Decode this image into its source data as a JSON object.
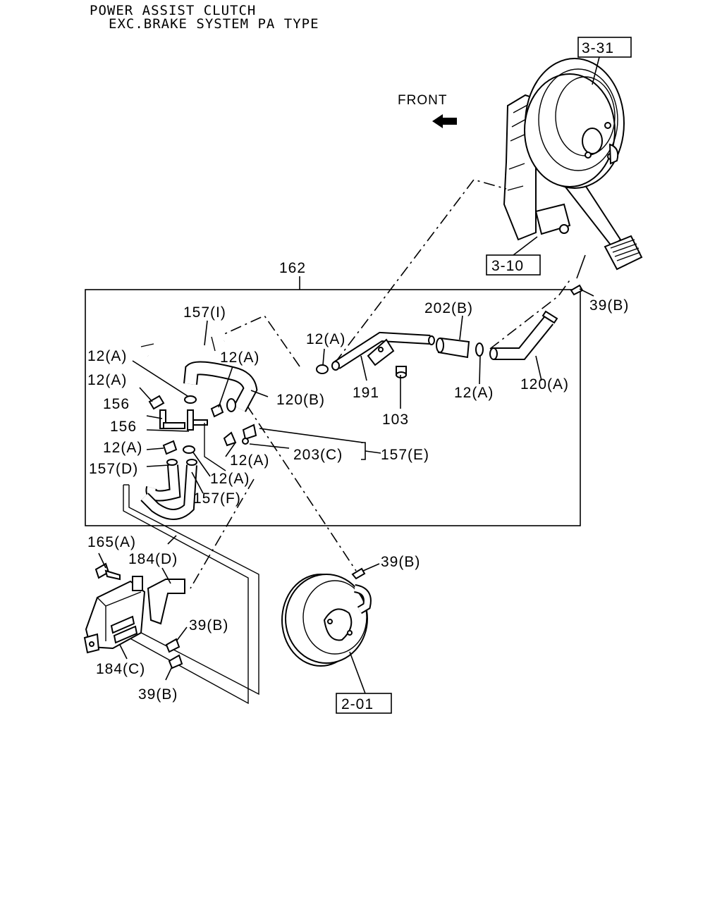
{
  "title": {
    "line1": "POWER ASSIST CLUTCH",
    "line2": "EXC.BRAKE SYSTEM PA TYPE"
  },
  "front_label": "FRONT",
  "refs": {
    "r331": "3-31",
    "r310": "3-10",
    "r201": "2-01"
  },
  "labels": {
    "l162": "162",
    "l157i": "157(I)",
    "l12a_1": "12(A)",
    "l12a_2": "12(A)",
    "l12a_3": "12(A)",
    "l12a_4": "12(A)",
    "l12a_5": "12(A)",
    "l12a_6": "12(A)",
    "l12a_7": "12(A)",
    "l12a_8": "12(A)",
    "l156_1": "156",
    "l156_2": "156",
    "l157d": "157(D)",
    "l157f": "157(F)",
    "l157e": "157(E)",
    "l120b": "120(B)",
    "l120a": "120(A)",
    "l202b": "202(B)",
    "l191": "191",
    "l103": "103",
    "l203c": "203(C)",
    "l39b_1": "39(B)",
    "l39b_2": "39(B)",
    "l39b_3": "39(B)",
    "l39b_4": "39(B)",
    "l165a": "165(A)",
    "l184d": "184(D)",
    "l184c": "184(C)"
  }
}
